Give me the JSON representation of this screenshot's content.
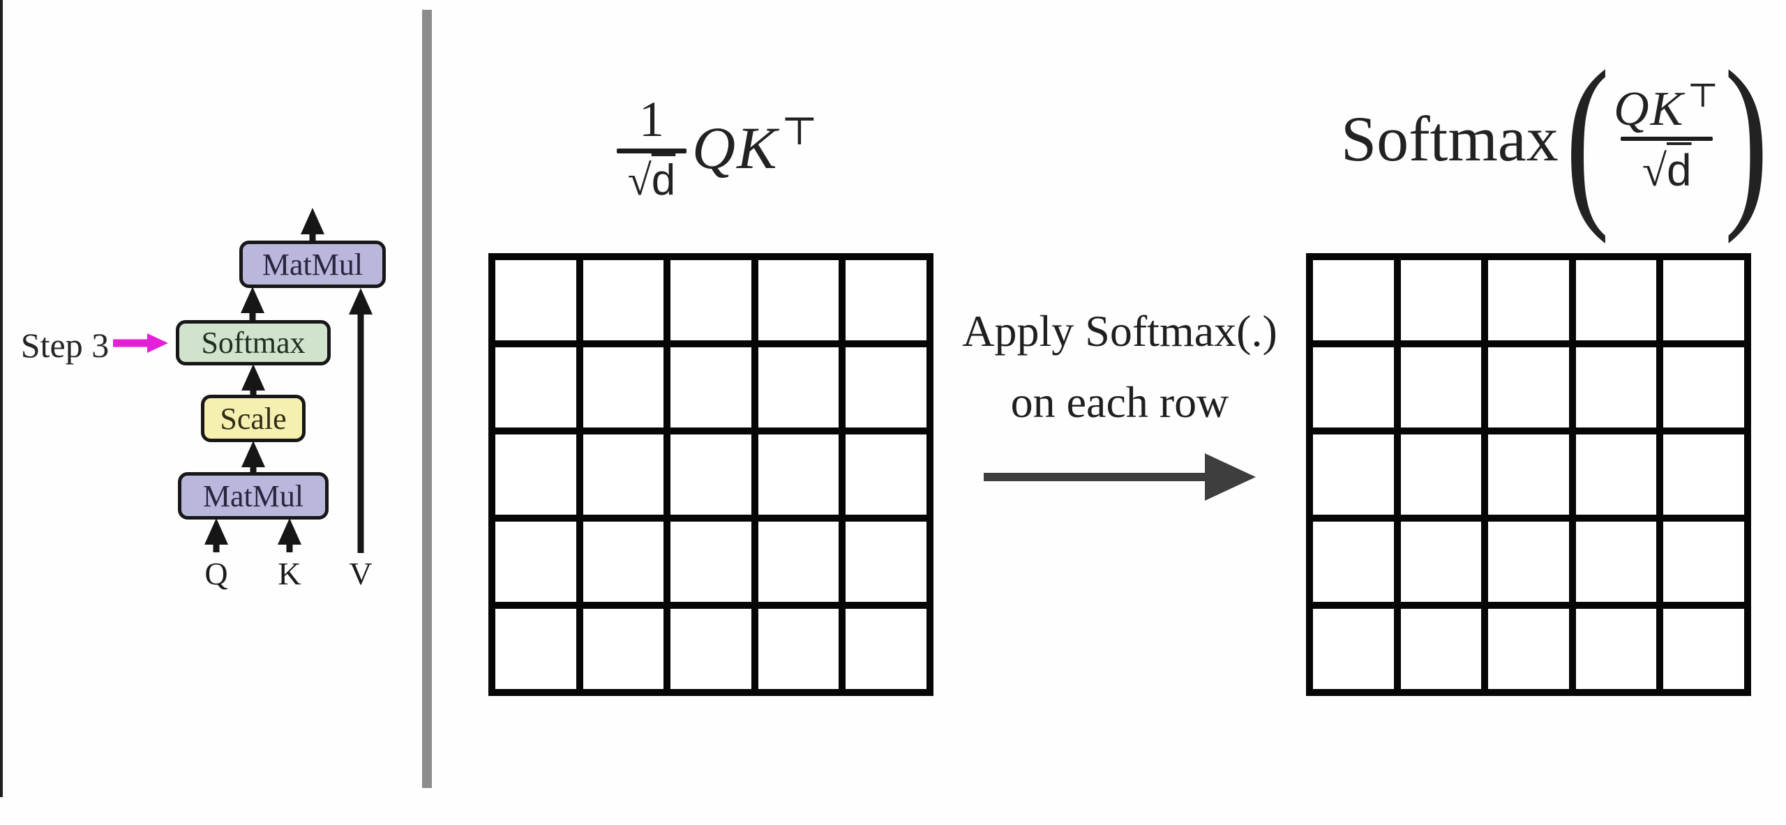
{
  "pipeline": {
    "step_label": "Step 3",
    "boxes": {
      "matmul_top": "MatMul",
      "softmax": "Softmax",
      "scale": "Scale",
      "matmul_bottom": "MatMul"
    },
    "inputs": {
      "q": "Q",
      "k": "K",
      "v": "V"
    },
    "colors": {
      "matmul_fill": "#bab7dd",
      "softmax_fill": "#d2e3cd",
      "scale_fill": "#f5efb0",
      "box_outline": "#171717",
      "step_arrow": "#e51fd7",
      "flow_arrow": "#161616"
    }
  },
  "scaled_scores": {
    "formula": {
      "numerator": "1",
      "radical": "√",
      "radicand": "d",
      "product": "QK",
      "transpose": "⊤"
    },
    "matrix": {
      "rows": 5,
      "cols": 5
    }
  },
  "softmax_output": {
    "formula": {
      "function": "Softmax",
      "open_paren": "(",
      "product": "QK",
      "transpose": "⊤",
      "radical": "√",
      "radicand": "d",
      "close_paren": ")"
    },
    "matrix": {
      "rows": 5,
      "cols": 5
    }
  },
  "transform_step": {
    "caption_line1": "Apply Softmax(.)",
    "caption_line2": "on each row",
    "arrow_color": "#3e3e3e"
  }
}
